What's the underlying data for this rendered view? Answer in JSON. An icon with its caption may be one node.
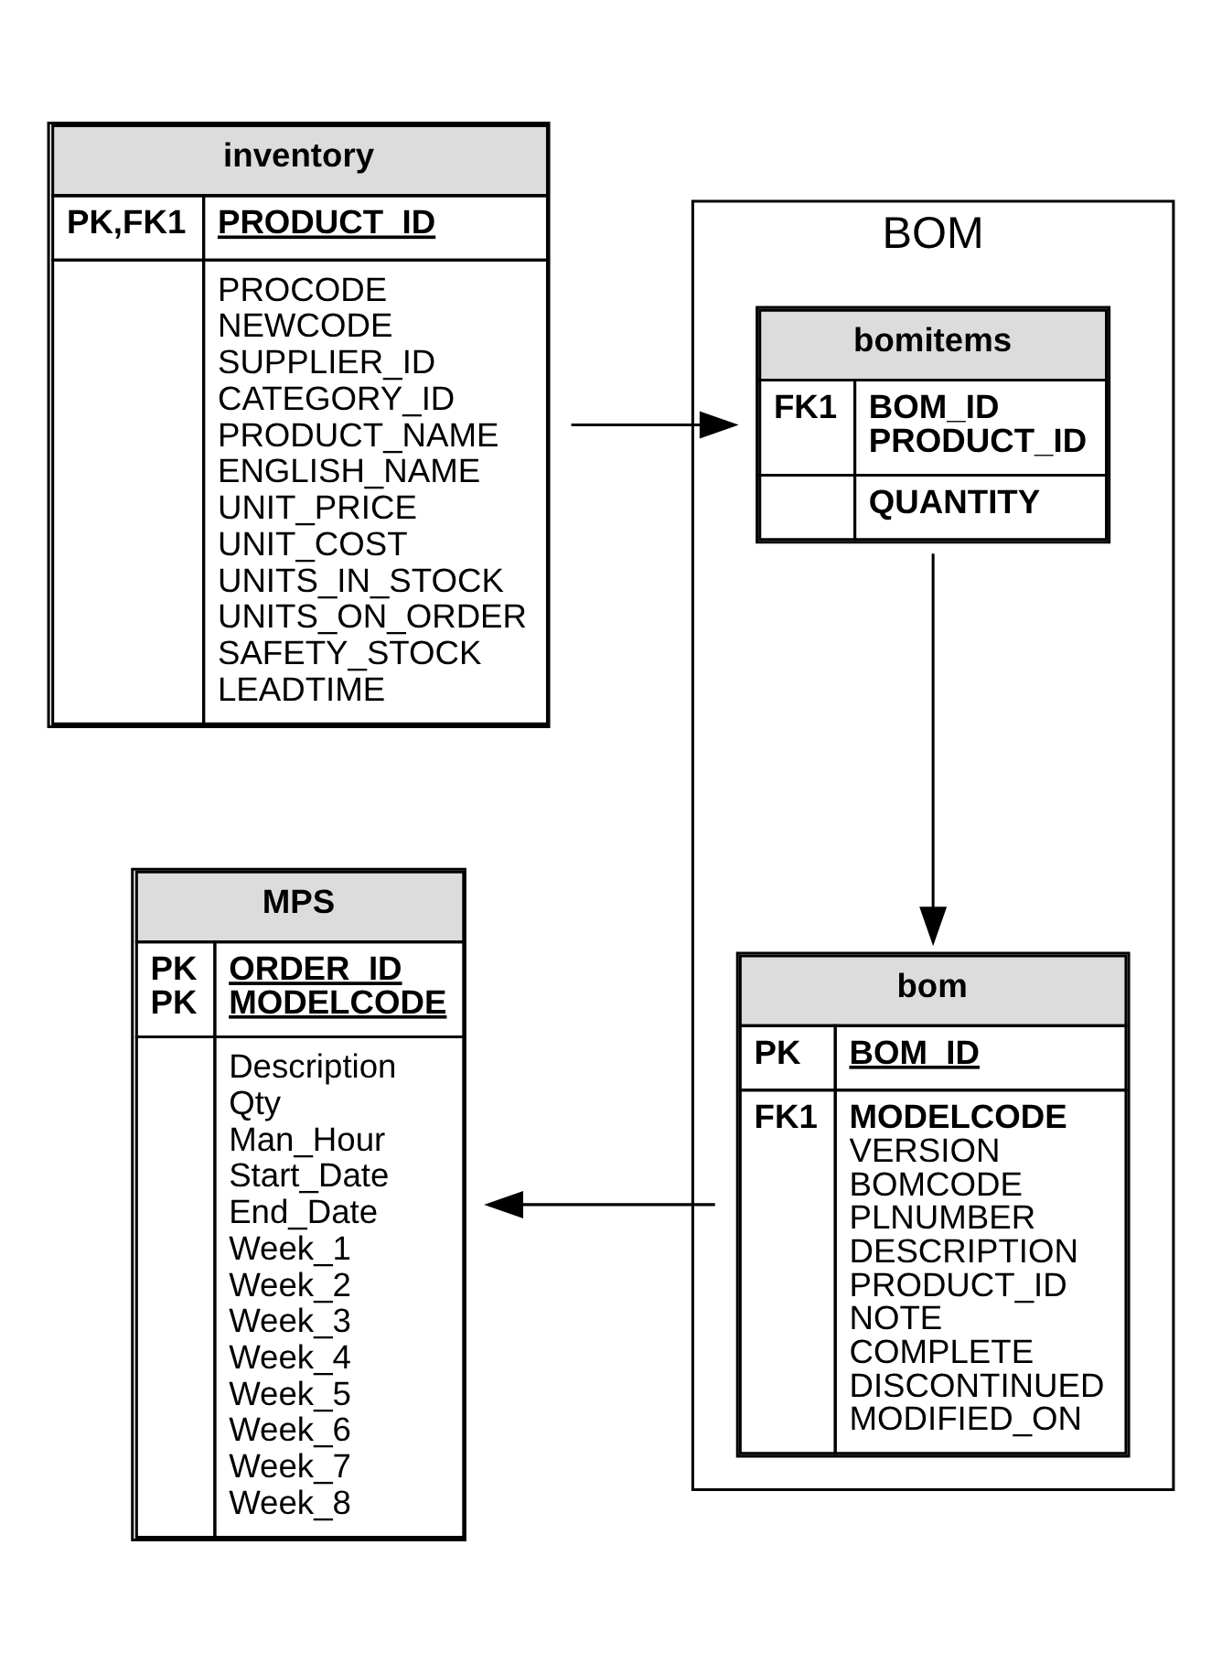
{
  "diagram": {
    "nodes": [
      {
        "text": [
          "inventory",
          "PK,FK1",
          "PRODUCT_ID",
          "PROCODE",
          "NEWCODE",
          "SUPPLIER_ID",
          "CATEGORY_ID",
          "PRODUCT_NAME",
          "ENGLISH_NAME",
          "UNIT_PRICE",
          "UNIT_COST",
          "UNITS_IN_STOCK",
          "UNITS_ON_ORDER",
          "SAFETY_STOCK",
          "LEADTIME"
        ]
      },
      {
        "text": [
          "BOM"
        ]
      },
      {
        "text": [
          "bomitems",
          "FK1",
          "BOM_ID",
          "PRODUCT_ID",
          "QUANTITY"
        ],
        "in": 1
      },
      {
        "text": [
          "bom",
          "PK",
          "BOM_ID",
          "FK1",
          "MODELCODE",
          "VERSION",
          "BOMCODE",
          "PLNUMBER",
          "DESCRIPTION",
          "PRODUCT_ID",
          "NOTE",
          "COMPLETE",
          "DISCONTINUED",
          "MODIFIED_ON"
        ],
        "in": 1
      },
      {
        "text": [
          "MPS",
          "PK",
          "ORDER_ID",
          "PK",
          "MODELCODE",
          "Description",
          "Qty",
          "Man_Hour",
          "Start_Date",
          "End_Date",
          "Week_1",
          "Week_2",
          "Week_3",
          "Week_4",
          "Week_5",
          "Week_6",
          "Week_7",
          "Week_8"
        ]
      }
    ],
    "edges": [
      {
        "from": 0,
        "to": 2,
        "arrow": "to"
      },
      {
        "from": 2,
        "to": 3,
        "arrow": "to"
      },
      {
        "from": 3,
        "to": 4,
        "arrow": "to"
      }
    ]
  }
}
